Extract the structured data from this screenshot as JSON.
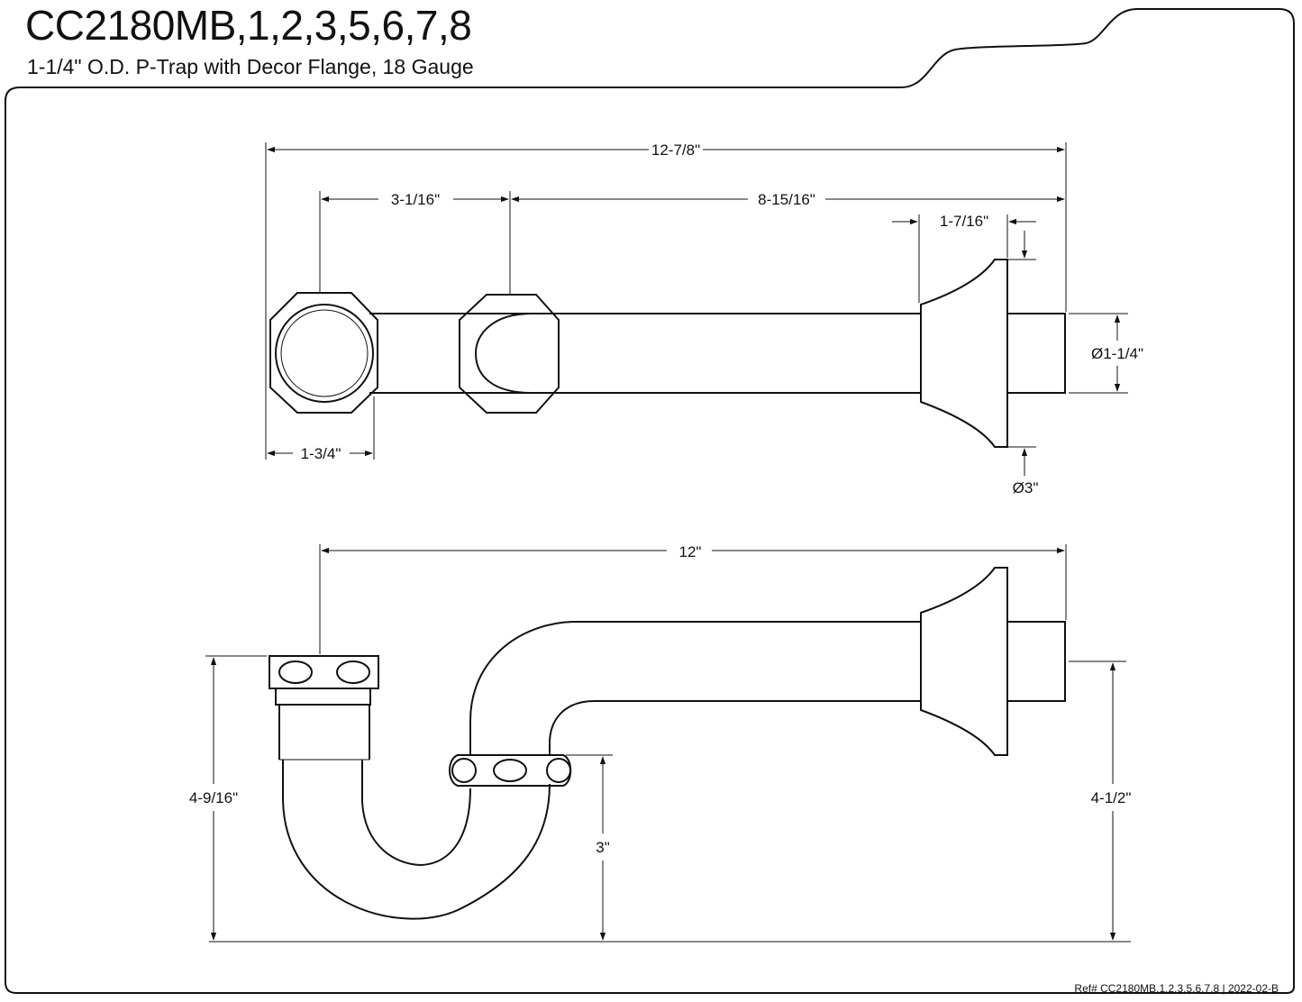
{
  "header": {
    "model": "CC2180MB,1,2,3,5,6,7,8",
    "description": "1-1/4\"  O.D. P-Trap with Decor Flange, 18 Gauge"
  },
  "top_view": {
    "overall_length": "12-7/8\"",
    "nut_spacing": "3-1/16\"",
    "arm_length": "8-15/16\"",
    "flange_depth": "1-7/16\"",
    "nut_width": "1-3/4\"",
    "pipe_od": "Ø1-1/4\"",
    "flange_od": "Ø3\""
  },
  "side_view": {
    "reach": "12\"",
    "tailpiece_height": "4-9/16\"",
    "trap_nut_height": "3\"",
    "arm_height": "4-1/2\""
  },
  "footer": {
    "reference": "Ref# CC2180MB,1,2,3,5,6,7,8 | 2022-02-B"
  }
}
